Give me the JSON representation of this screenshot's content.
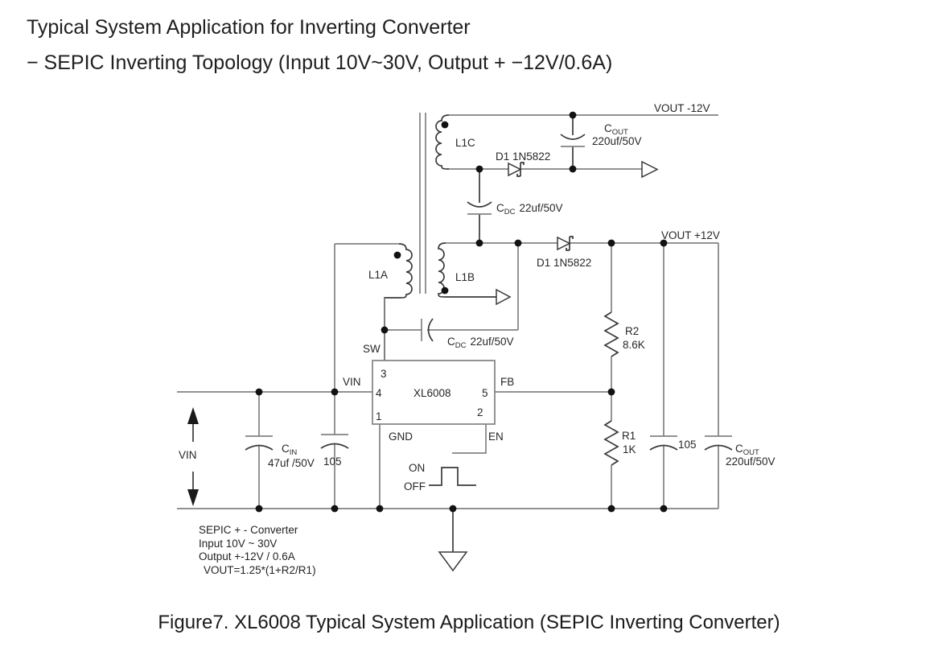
{
  "header": {
    "line1": "Typical System Application for Inverting Converter",
    "line2": "− SEPIC Inverting Topology (Input 10V~30V, Output + −12V/0.6A)"
  },
  "caption": "Figure7. XL6008 Typical System Application (SEPIC Inverting Converter)",
  "rails": {
    "vout_neg": "VOUT -12V",
    "vout_pos": "VOUT +12V",
    "vin_side": "VIN"
  },
  "chip": {
    "name": "XL6008",
    "pin1": "1",
    "pin2": "2",
    "pin3": "3",
    "pin4": "4",
    "pin5": "5",
    "sw": "SW",
    "vin": "VIN",
    "fb": "FB",
    "gnd": "GND",
    "en": "EN"
  },
  "switch": {
    "on": "ON",
    "off": "OFF"
  },
  "components": {
    "l1a": "L1A",
    "l1b": "L1B",
    "l1c": "L1C",
    "d1_top": "D1 1N5822",
    "d1_mid": "D1 1N5822",
    "cout_top": {
      "c": "C",
      "sub": "OUT",
      "val": "220uf/50V"
    },
    "cout_bot": {
      "c": "C",
      "sub": "OUT",
      "val": "220uf/50V"
    },
    "cdc_top": {
      "c": "C",
      "sub": "DC",
      "val": "22uf/50V"
    },
    "cdc_mid": {
      "c": "C",
      "sub": "DC",
      "val": "22uf/50V"
    },
    "cin": {
      "c": "C",
      "sub": "IN",
      "val": "47uf /50V"
    },
    "c105_left": "105",
    "c105_right": "105",
    "r2": {
      "name": "R2",
      "val": "8.6K"
    },
    "r1": {
      "name": "R1",
      "val": "1K"
    }
  },
  "notes": {
    "l1": "SEPIC + - Converter",
    "l2": "Input 10V ~ 30V",
    "l3": "Output +-12V / 0.6A",
    "l4": "VOUT=1.25*(1+R2/R1)"
  },
  "colors": {
    "wire": "#828282",
    "component": "#3a3a3a",
    "text": "#272727"
  }
}
